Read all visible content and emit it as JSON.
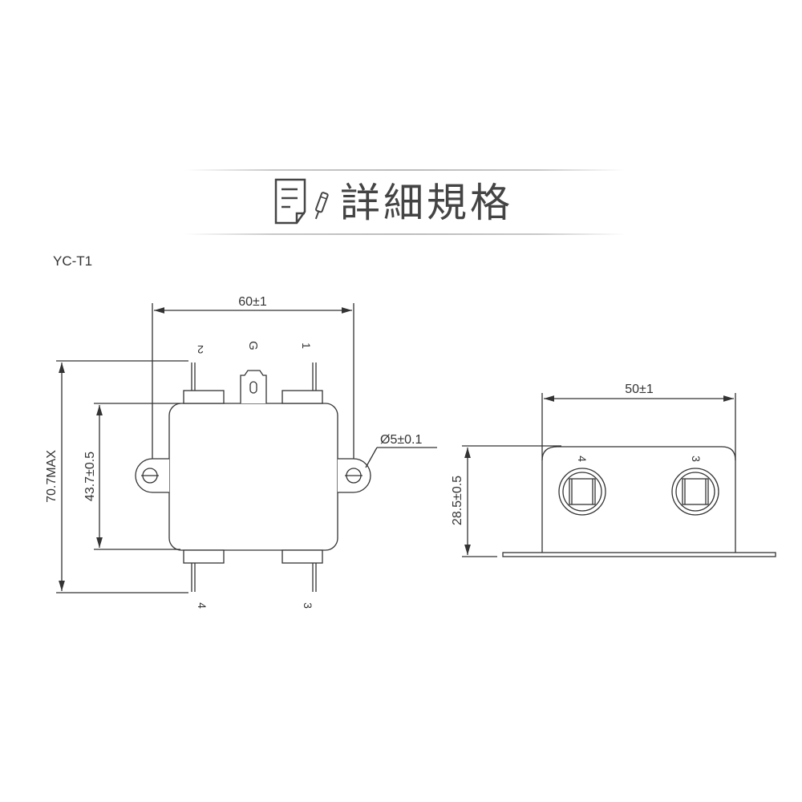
{
  "header": {
    "title": "詳細規格",
    "icon": "spec-sheet-pen-icon"
  },
  "model": "YC-T1",
  "front_view": {
    "width_dim": "60±1",
    "height_max_dim": "70.7MAX",
    "body_height_dim": "43.7±0.5",
    "hole_dim": "Ø5±0.1",
    "top_terminals": [
      "2",
      "G",
      "1"
    ],
    "bottom_terminals": [
      "4",
      "3"
    ]
  },
  "side_view": {
    "width_dim": "50±1",
    "height_dim": "28.5±0.5",
    "terminals": [
      "4",
      "3"
    ]
  },
  "colors": {
    "line": "#333333",
    "rule": "#c8c8c8",
    "title": "#444444"
  }
}
